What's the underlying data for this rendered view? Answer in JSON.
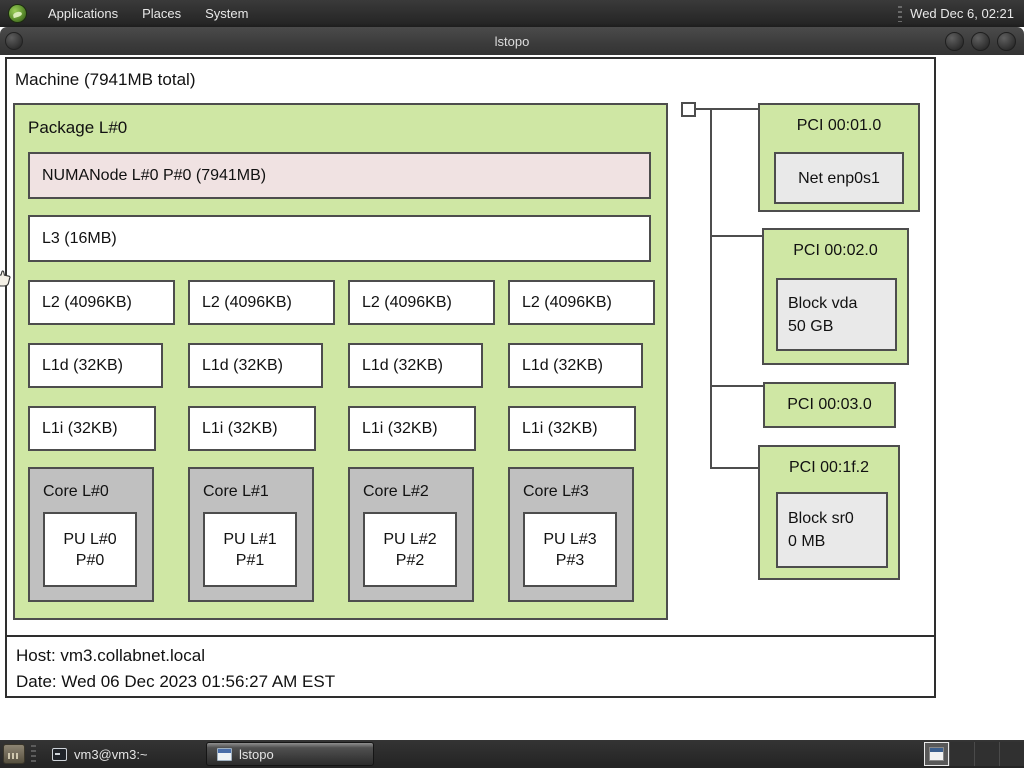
{
  "top_panel": {
    "menus": [
      {
        "label": "Applications"
      },
      {
        "label": "Places"
      },
      {
        "label": "System"
      }
    ],
    "clock": "Wed Dec 6, 02:21"
  },
  "window": {
    "title": "lstopo"
  },
  "machine": {
    "label": "Machine (7941MB total)"
  },
  "package": {
    "label": "Package L#0",
    "numa": "NUMANode L#0 P#0 (7941MB)",
    "l3": "L3 (16MB)",
    "l2": [
      "L2 (4096KB)",
      "L2 (4096KB)",
      "L2 (4096KB)",
      "L2 (4096KB)"
    ],
    "l1d": [
      "L1d (32KB)",
      "L1d (32KB)",
      "L1d (32KB)",
      "L1d (32KB)"
    ],
    "l1i": [
      "L1i (32KB)",
      "L1i (32KB)",
      "L1i (32KB)",
      "L1i (32KB)"
    ],
    "cores": [
      {
        "label": "Core L#0",
        "pu1": "PU L#0",
        "pu2": "P#0"
      },
      {
        "label": "Core L#1",
        "pu1": "PU L#1",
        "pu2": "P#1"
      },
      {
        "label": "Core L#2",
        "pu1": "PU L#2",
        "pu2": "P#2"
      },
      {
        "label": "Core L#3",
        "pu1": "PU L#3",
        "pu2": "P#3"
      }
    ]
  },
  "pci": {
    "slots": [
      {
        "label": "PCI 00:01.0",
        "dev1": "Net enp0s1"
      },
      {
        "label": "PCI 00:02.0",
        "dev1": "Block vda",
        "dev2": "50 GB"
      },
      {
        "label": "PCI 00:03.0"
      },
      {
        "label": "PCI 00:1f.2",
        "dev1": "Block sr0",
        "dev2": "0 MB"
      }
    ]
  },
  "legend": {
    "host": "Host: vm3.collabnet.local",
    "date": "Date: Wed 06 Dec 2023 01:56:27 AM EST"
  },
  "taskbar": {
    "tasks": [
      {
        "label": "vm3@vm3:~"
      },
      {
        "label": "lstopo"
      }
    ]
  },
  "colors": {
    "box_green": "#cfe7a4",
    "box_pink": "#f0e2e2",
    "box_gray": "#c0c0c0",
    "box_device": "#e9e9e9",
    "box_border": "#4d4d4d",
    "panel_bg": "#2b2b2b"
  }
}
